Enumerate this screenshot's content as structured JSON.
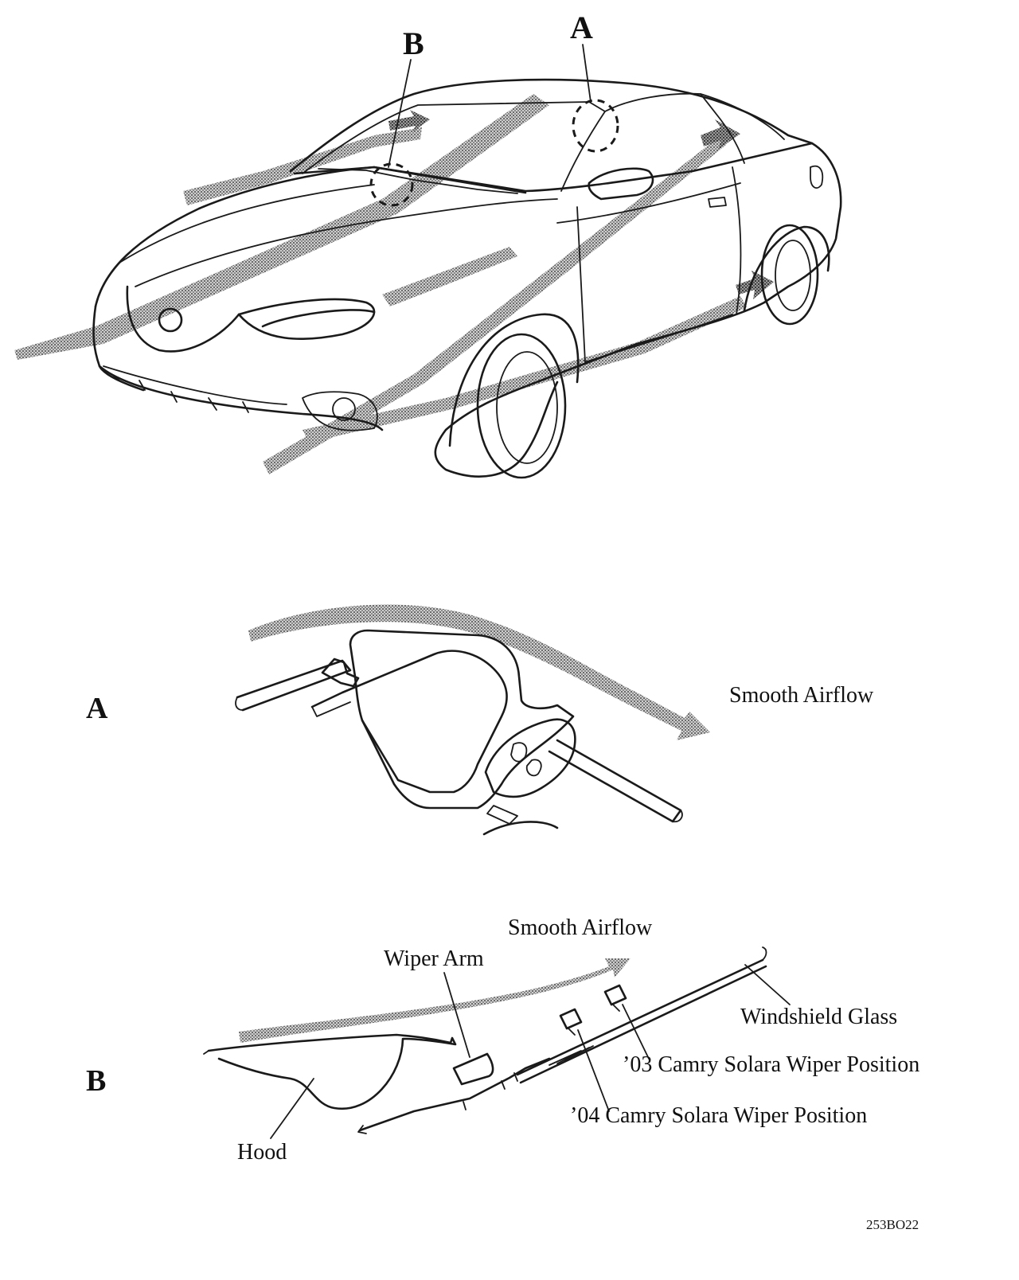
{
  "callouts": {
    "a": "A",
    "b": "B"
  },
  "detail_a": {
    "label": "A",
    "airflow": "Smooth Airflow"
  },
  "detail_b": {
    "label": "B",
    "airflow": "Smooth Airflow",
    "wiper_arm": "Wiper Arm",
    "windshield": "Windshield Glass",
    "pos_03": "’03 Camry Solara Wiper Position",
    "pos_04": "’04 Camry Solara Wiper Position",
    "hood": "Hood"
  },
  "figure_code": "253BO22"
}
